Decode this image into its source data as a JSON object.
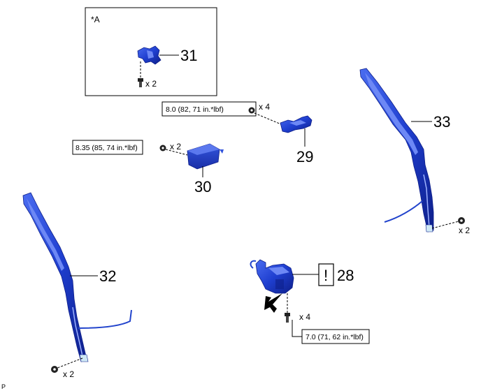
{
  "inset": {
    "label": "*A"
  },
  "parts": {
    "p28": "28",
    "p29": "29",
    "p30": "30",
    "p31": "31",
    "p32": "32",
    "p33": "33"
  },
  "caution_symbol": "!",
  "quantities": {
    "q31": "x 2",
    "q29": "x 4",
    "q30": "x 2",
    "q33": "x 2",
    "q32": "x 2",
    "q28": "x 4"
  },
  "torques": {
    "t29": "8.0 (82, 71 in.*lbf)",
    "t30": "8.35 (85, 74 in.*lbf)",
    "t28": "7.0 (71, 62 in.*lbf)"
  },
  "corner_mark": "P",
  "colors": {
    "part_blue": "#2244cc",
    "part_dark": "#10207a",
    "part_light": "#5577ee",
    "line": "#000000"
  }
}
